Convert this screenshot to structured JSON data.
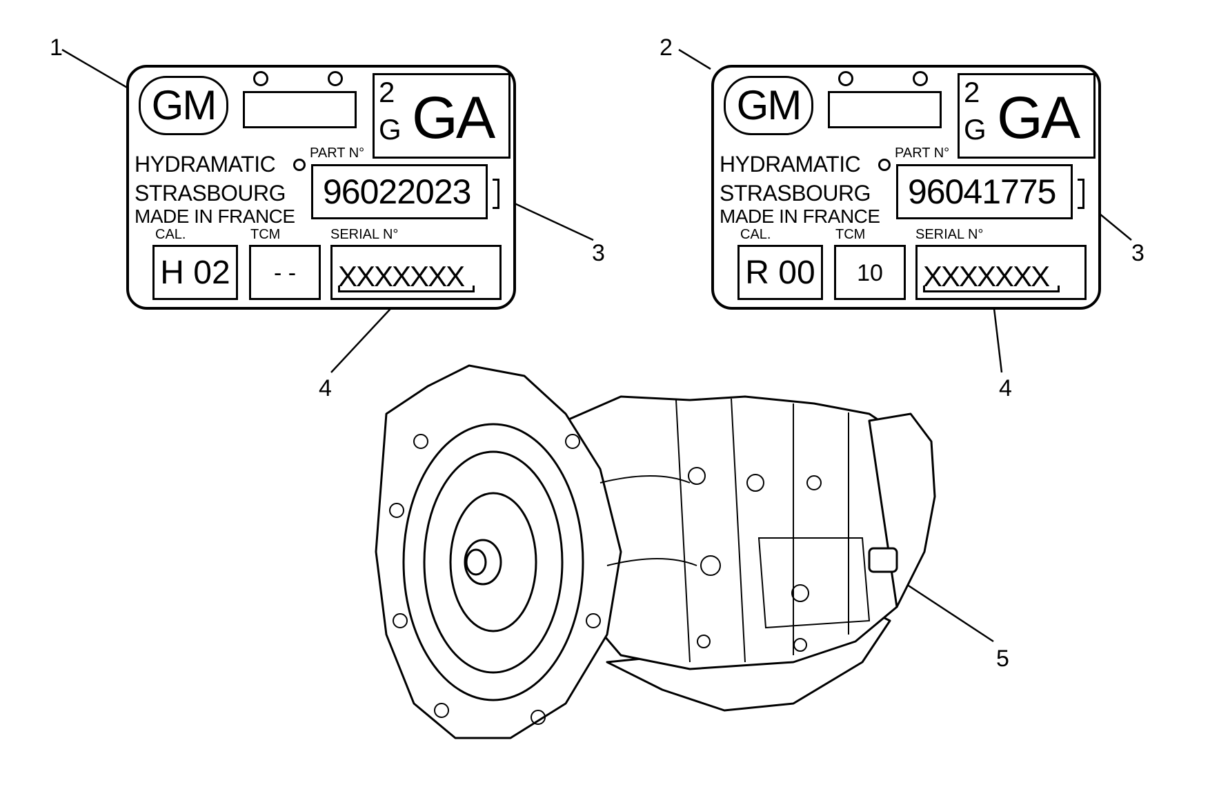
{
  "callouts": {
    "label_left": "1",
    "label_right": "2",
    "part_number_left": "3",
    "part_number_right": "3",
    "serial_left": "4",
    "serial_right": "4",
    "plate_location": "5"
  },
  "plates": [
    {
      "brand": "GM",
      "code_sup": "2",
      "code_sub": "G",
      "code_main": "GA",
      "line1": "HYDRAMATIC",
      "line2": "STRASBOURG",
      "line3": "MADE IN FRANCE",
      "part_label": "PART N°",
      "part_number": "96022023",
      "cal_label": "CAL.",
      "cal_value": "H 02",
      "tcm_label": "TCM",
      "tcm_value": "- -",
      "serial_label": "SERIAL N°",
      "serial_value": "XXXXXXX"
    },
    {
      "brand": "GM",
      "code_sup": "2",
      "code_sub": "G",
      "code_main": "GA",
      "line1": "HYDRAMATIC",
      "line2": "STRASBOURG",
      "line3": "MADE IN FRANCE",
      "part_label": "PART N°",
      "part_number": "96041775",
      "cal_label": "CAL.",
      "cal_value": "R 00",
      "tcm_label": "TCM",
      "tcm_value": "10",
      "serial_label": "SERIAL N°",
      "serial_value": "XXXXXXX"
    }
  ]
}
